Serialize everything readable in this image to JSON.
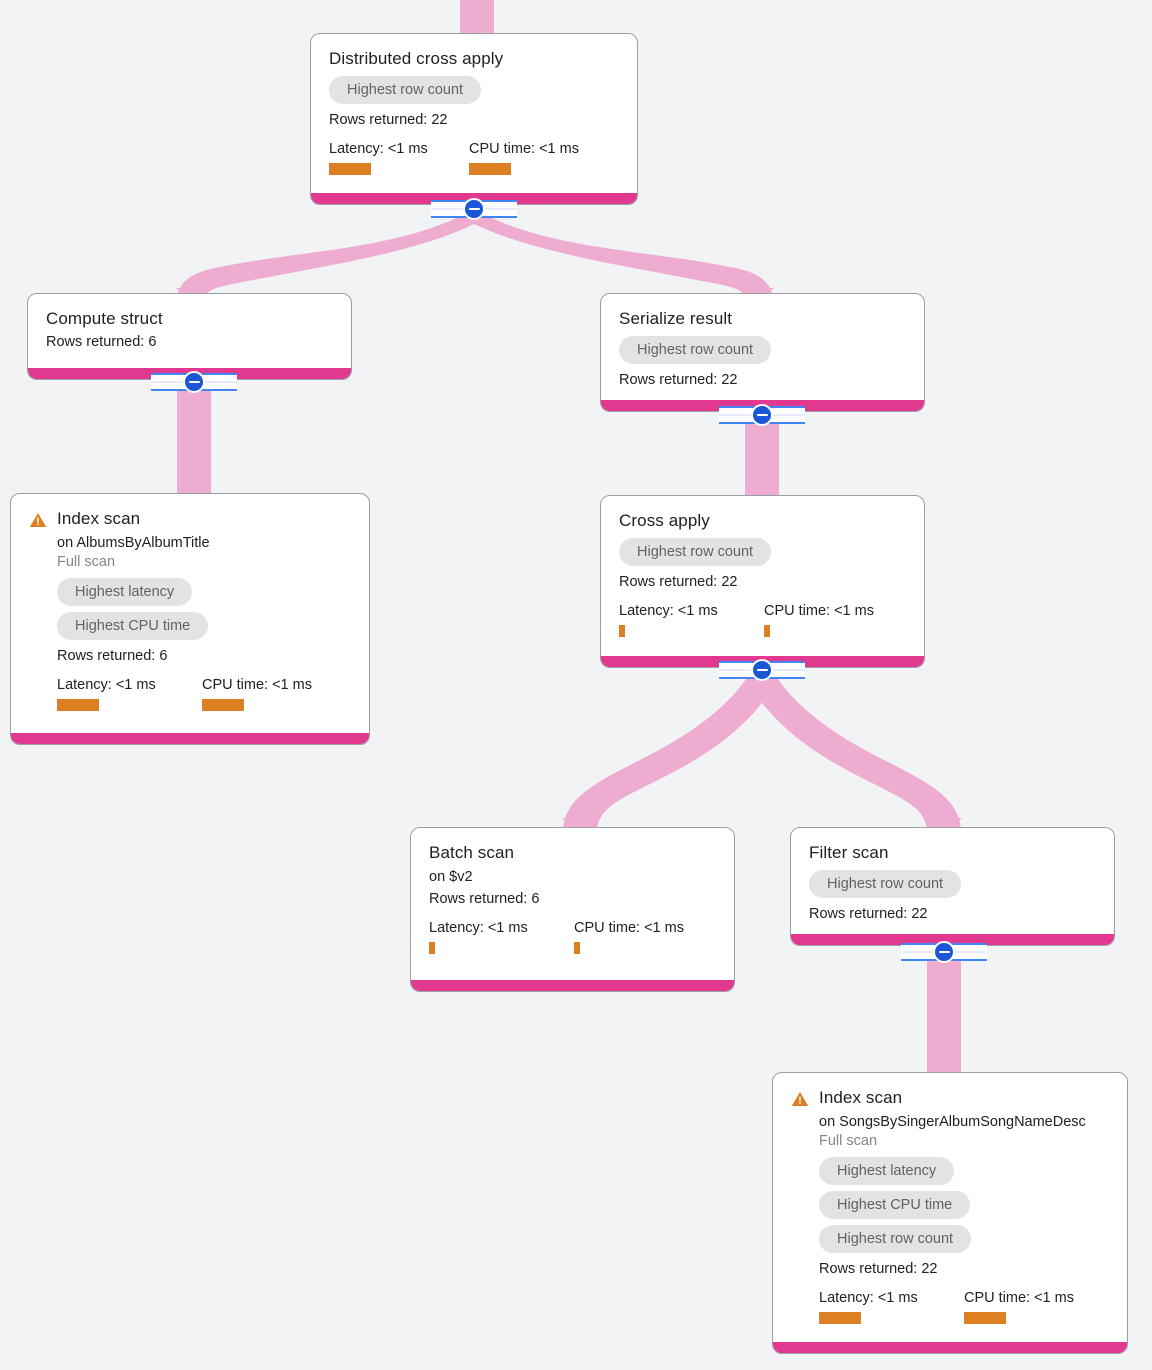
{
  "view": {
    "name": "query-plan-graph",
    "background_color": "#f1f3f4",
    "accent_color": "#e1398f",
    "edge_color": "#eeacd0",
    "metric_bar_color": "#dd8024",
    "toggle_color": "#1a56d6"
  },
  "labels": {
    "rows_prefix": "Rows returned: ",
    "latency_prefix": "Latency: ",
    "cpu_prefix": "CPU time: "
  },
  "nodes": [
    {
      "id": "distributed-cross-apply",
      "title": "Distributed cross apply",
      "subtitle": "",
      "scan_note": "",
      "warning": false,
      "badges": [
        "Highest row count"
      ],
      "rows": "Rows returned: 22",
      "latency": "Latency: <1 ms",
      "cpu": "CPU time: <1 ms",
      "latency_bar": "wide",
      "cpu_bar": "wide",
      "collapse_toggle": true
    },
    {
      "id": "compute-struct",
      "title": "Compute struct",
      "subtitle": "",
      "scan_note": "",
      "warning": false,
      "badges": [],
      "rows": "Rows returned: 6",
      "latency": "",
      "cpu": "",
      "collapse_toggle": true
    },
    {
      "id": "serialize-result",
      "title": "Serialize result",
      "subtitle": "",
      "scan_note": "",
      "warning": false,
      "badges": [
        "Highest row count"
      ],
      "rows": "Rows returned: 22",
      "latency": "",
      "cpu": "",
      "collapse_toggle": true
    },
    {
      "id": "index-scan-albums",
      "title": "Index scan",
      "subtitle": "on AlbumsByAlbumTitle",
      "scan_note": "Full scan",
      "warning": true,
      "badges": [
        "Highest latency",
        "Highest CPU time"
      ],
      "rows": "Rows returned: 6",
      "latency": "Latency: <1 ms",
      "cpu": "CPU time: <1 ms",
      "latency_bar": "wide",
      "cpu_bar": "wide",
      "collapse_toggle": false
    },
    {
      "id": "cross-apply",
      "title": "Cross apply",
      "subtitle": "",
      "scan_note": "",
      "warning": false,
      "badges": [
        "Highest row count"
      ],
      "rows": "Rows returned: 22",
      "latency": "Latency: <1 ms",
      "cpu": "CPU time: <1 ms",
      "latency_bar": "thin",
      "cpu_bar": "thin",
      "collapse_toggle": true
    },
    {
      "id": "batch-scan",
      "title": "Batch scan",
      "subtitle": "on $v2",
      "scan_note": "",
      "warning": false,
      "badges": [],
      "rows": "Rows returned: 6",
      "latency": "Latency: <1 ms",
      "cpu": "CPU time: <1 ms",
      "latency_bar": "thin",
      "cpu_bar": "thin",
      "collapse_toggle": false
    },
    {
      "id": "filter-scan",
      "title": "Filter scan",
      "subtitle": "",
      "scan_note": "",
      "warning": false,
      "badges": [
        "Highest row count"
      ],
      "rows": "Rows returned: 22",
      "latency": "",
      "cpu": "",
      "collapse_toggle": true
    },
    {
      "id": "index-scan-songs",
      "title": "Index scan",
      "subtitle": "on SongsBySingerAlbumSongNameDesc",
      "scan_note": "Full scan",
      "warning": true,
      "badges": [
        "Highest latency",
        "Highest CPU time",
        "Highest row count"
      ],
      "rows": "Rows returned: 22",
      "latency": "Latency: <1 ms",
      "cpu": "CPU time: <1 ms",
      "latency_bar": "wide",
      "cpu_bar": "wide",
      "collapse_toggle": false
    }
  ]
}
